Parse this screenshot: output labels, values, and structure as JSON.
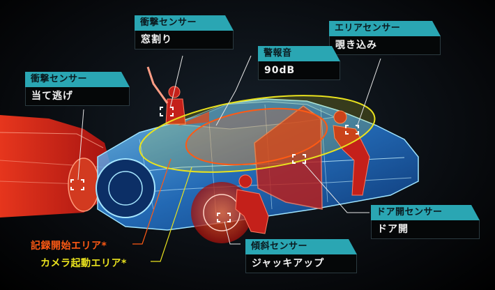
{
  "callouts": {
    "impact_top": {
      "title": "衝撃センサー",
      "value": "窓割り"
    },
    "area": {
      "title": "エリアセンサー",
      "value": "覗き込み"
    },
    "alarm": {
      "title": "警報音",
      "value": "90dB"
    },
    "impact_left": {
      "title": "衝撃センサー",
      "value": "当て逃げ"
    },
    "door": {
      "title": "ドア開センサー",
      "value": "ドア開"
    },
    "tilt": {
      "title": "傾斜センサー",
      "value": "ジャッキアップ"
    }
  },
  "legend": {
    "record_area": "記録開始エリア*",
    "camera_area": "カメラ起動エリア*"
  },
  "colors": {
    "label_bar": "#2aa6b3",
    "record_area": "#ff5a14",
    "camera_area": "#e9e21e",
    "car_wireframe": "#2f9bff",
    "threat": "#d6261c"
  }
}
